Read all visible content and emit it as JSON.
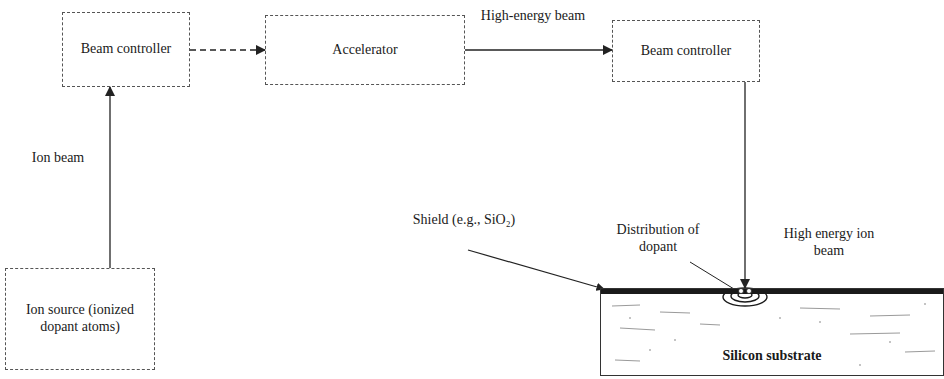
{
  "diagram": {
    "nodes": [
      {
        "text": [
          "Beam controller"
        ]
      },
      {
        "text": [
          "Accelerator"
        ]
      },
      {
        "text": [
          "Beam controller"
        ]
      },
      {
        "text": [
          "Ion source (ionized dopant atoms)"
        ]
      },
      {
        "text": [
          "Silicon substrate"
        ]
      }
    ],
    "edges": [
      {
        "from": 3,
        "to": 0,
        "arrow": "to",
        "label": "Ion beam"
      },
      {
        "from": 0,
        "to": 1,
        "arrow": "to"
      },
      {
        "from": 1,
        "to": 2,
        "arrow": "to",
        "label": "High-energy beam"
      },
      {
        "from": 2,
        "to": 4,
        "arrow": "to",
        "label": "High energy ion beam"
      }
    ],
    "labels": [
      "Shield (e.g., SiO₂)",
      "Distribution of dopant"
    ]
  }
}
